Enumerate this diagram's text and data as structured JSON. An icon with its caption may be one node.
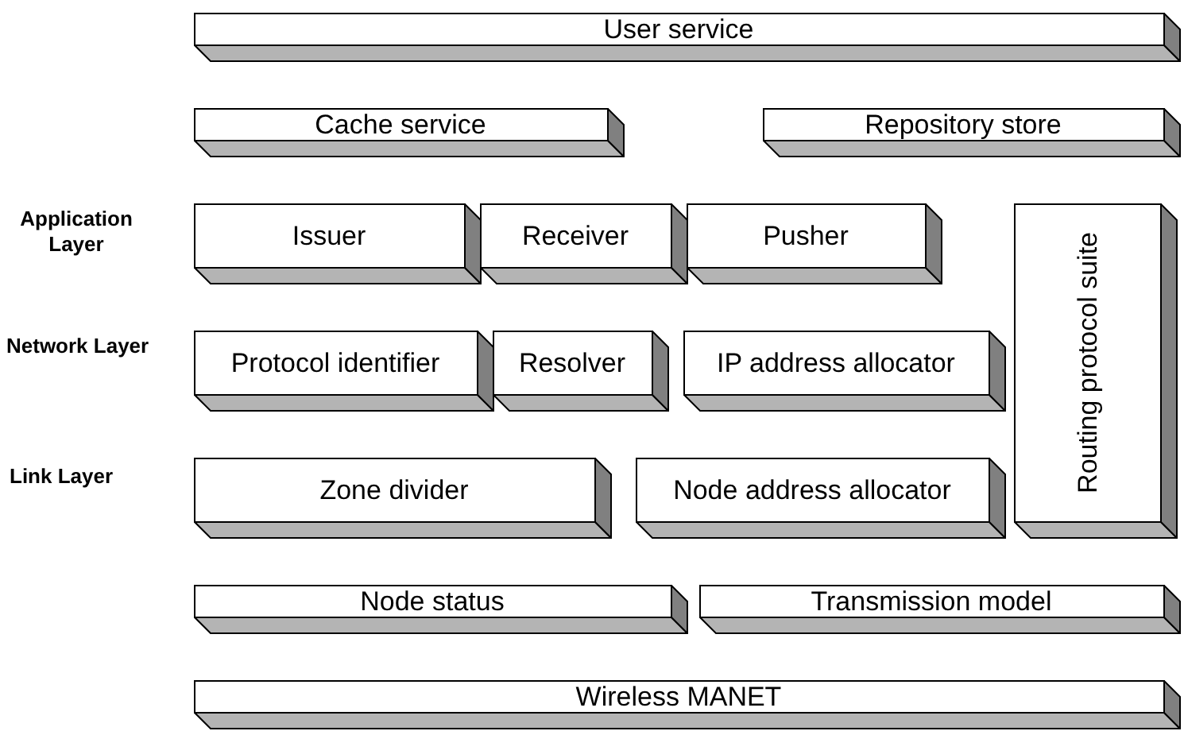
{
  "diagram": {
    "nodes": [
      {
        "text": [
          "User service"
        ]
      },
      {
        "text": [
          "Cache service"
        ]
      },
      {
        "text": [
          "Repository store"
        ]
      },
      {
        "text": [
          "Issuer"
        ]
      },
      {
        "text": [
          "Receiver"
        ]
      },
      {
        "text": [
          "Pusher"
        ]
      },
      {
        "text": [
          "Routing protocol suite"
        ]
      },
      {
        "text": [
          "Protocol identifier"
        ]
      },
      {
        "text": [
          "Resolver"
        ]
      },
      {
        "text": [
          "IP address allocator"
        ]
      },
      {
        "text": [
          "Zone divider"
        ]
      },
      {
        "text": [
          "Node address allocator"
        ]
      },
      {
        "text": [
          "Node status"
        ]
      },
      {
        "text": [
          "Transmission model"
        ]
      },
      {
        "text": [
          "Wireless MANET"
        ]
      }
    ],
    "labels": [
      "Application Layer",
      "Network Layer",
      "Link Layer"
    ]
  }
}
